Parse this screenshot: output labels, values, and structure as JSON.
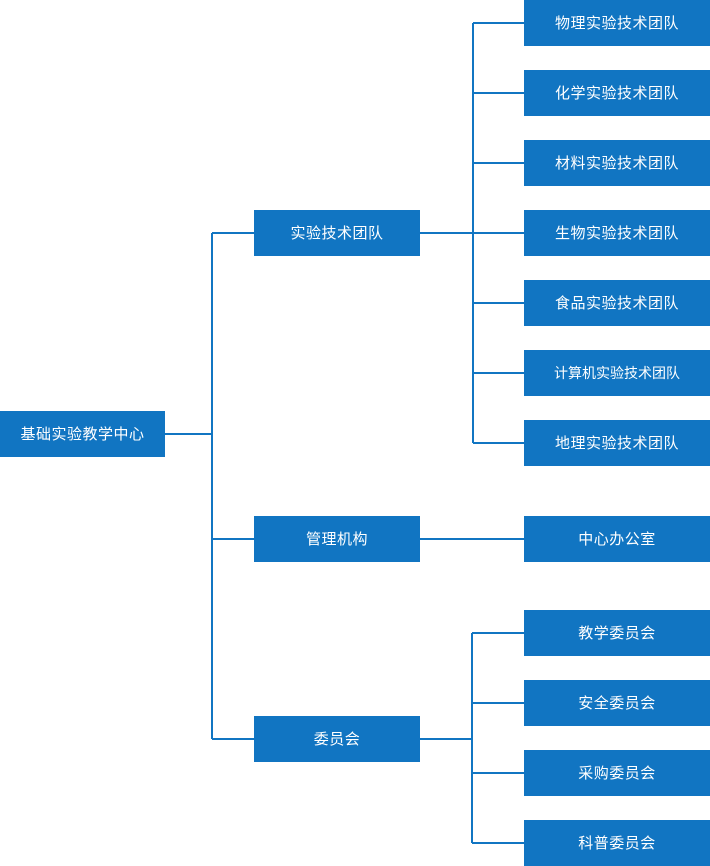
{
  "chart": {
    "type": "org-chart",
    "accent_color": "#1175c2",
    "line_color": "#1175c2",
    "background": "#ffffff",
    "root": {
      "label": "基础实验教学中心"
    },
    "branches": [
      {
        "label": "实验技术团队",
        "children": [
          {
            "label": "物理实验技术团队"
          },
          {
            "label": "化学实验技术团队"
          },
          {
            "label": "材料实验技术团队"
          },
          {
            "label": "生物实验技术团队"
          },
          {
            "label": "食品实验技术团队"
          },
          {
            "label": "计算机实验技术团队"
          },
          {
            "label": "地理实验技术团队"
          }
        ]
      },
      {
        "label": "管理机构",
        "children": [
          {
            "label": "中心办公室"
          }
        ]
      },
      {
        "label": "委员会",
        "children": [
          {
            "label": "教学委员会"
          },
          {
            "label": "安全委员会"
          },
          {
            "label": "采购委员会"
          },
          {
            "label": "科普委员会"
          }
        ]
      }
    ]
  }
}
